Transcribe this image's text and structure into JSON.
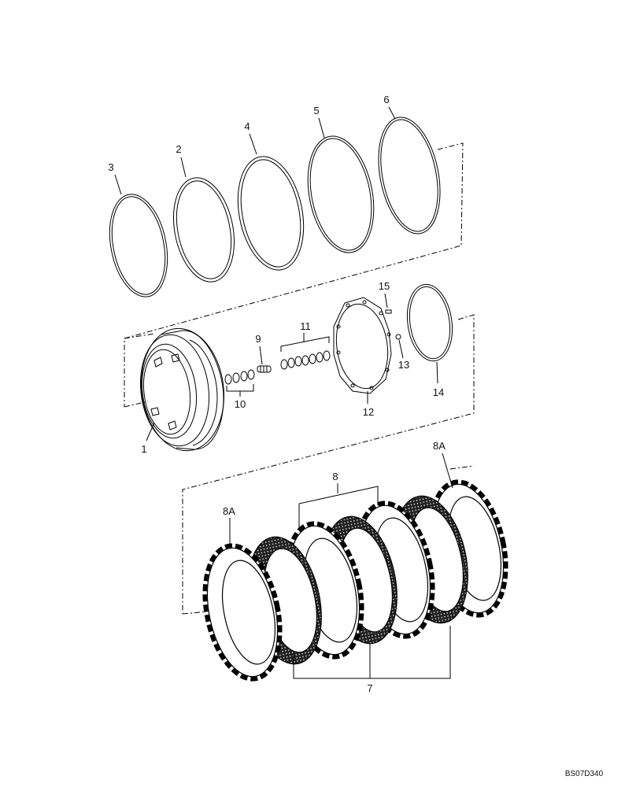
{
  "drawing_code": "BS07D340",
  "callouts": {
    "c1": "1",
    "c2": "2",
    "c3": "3",
    "c4": "4",
    "c5": "5",
    "c6": "6",
    "c7": "7",
    "c8": "8",
    "c8a_left": "8A",
    "c8a_right": "8A",
    "c9": "9",
    "c10": "10",
    "c11": "11",
    "c12": "12",
    "c13": "13",
    "c14": "14",
    "c15": "15"
  }
}
